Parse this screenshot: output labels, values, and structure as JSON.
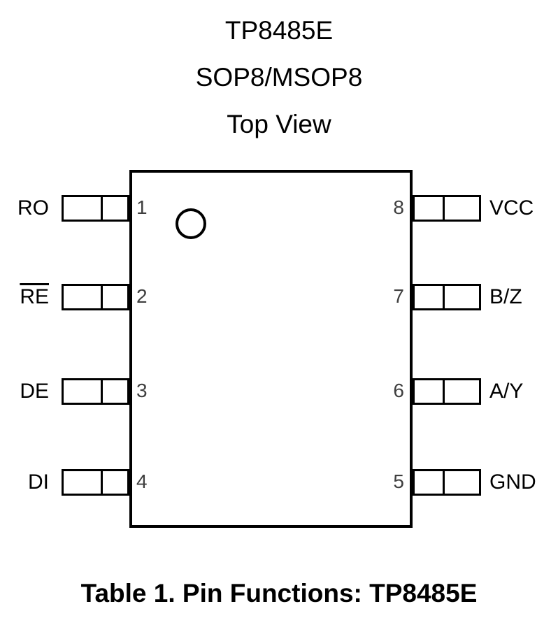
{
  "title": {
    "part": "TP8485E",
    "package": "SOP8/MSOP8",
    "view": "Top View"
  },
  "chip": {
    "left_pins": [
      {
        "number": "1",
        "label": "RO",
        "overline": false
      },
      {
        "number": "2",
        "label": "RE",
        "overline": true
      },
      {
        "number": "3",
        "label": "DE",
        "overline": false
      },
      {
        "number": "4",
        "label": "DI",
        "overline": false
      }
    ],
    "right_pins": [
      {
        "number": "8",
        "label": "VCC"
      },
      {
        "number": "7",
        "label": "B/Z"
      },
      {
        "number": "6",
        "label": "A/Y"
      },
      {
        "number": "5",
        "label": "GND"
      }
    ]
  },
  "caption": "Table 1. Pin Functions: TP8485E",
  "colors": {
    "line": "#000000",
    "pin_number": "#3f3f3f",
    "background": "#ffffff"
  }
}
